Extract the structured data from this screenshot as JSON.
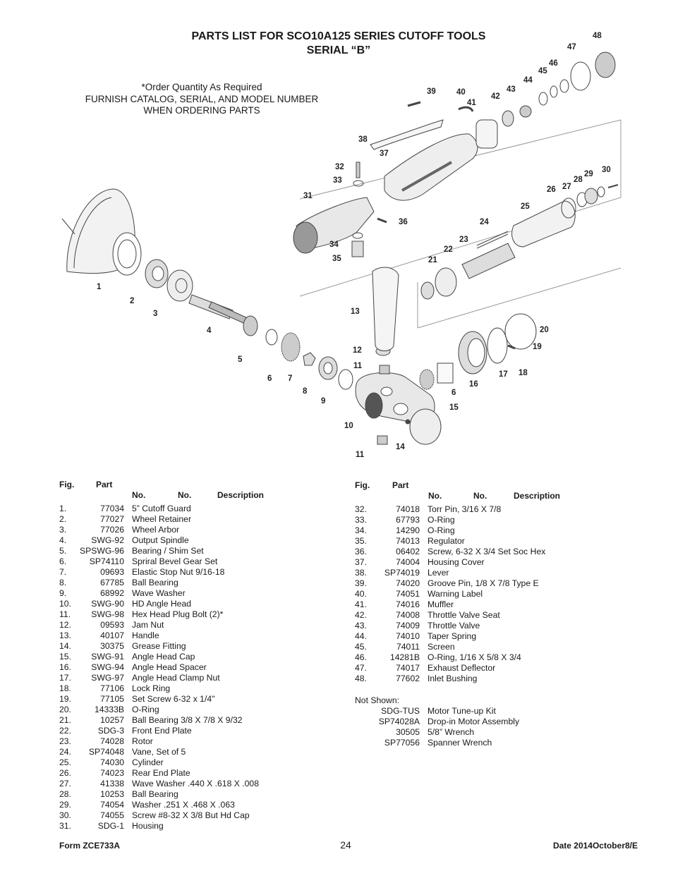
{
  "header": {
    "title_line1": "PARTS LIST FOR SCO10A125 SERIES CUTOFF TOOLS",
    "title_line2": "SERIAL “B”",
    "order_note": [
      "*Order Quantity As Required",
      "FURNISH CATALOG, SERIAL, AND MODEL NUMBER",
      "WHEN ORDERING PARTS"
    ]
  },
  "diagram": {
    "callouts": [
      "1",
      "2",
      "3",
      "4",
      "5",
      "6",
      "7",
      "8",
      "9",
      "10",
      "11",
      "12",
      "13",
      "14",
      "15",
      "16",
      "6",
      "17",
      "18",
      "19",
      "20",
      "21",
      "22",
      "23",
      "24",
      "25",
      "26",
      "27",
      "28",
      "29",
      "30",
      "31",
      "32",
      "33",
      "34",
      "35",
      "36",
      "37",
      "38",
      "39",
      "40",
      "41",
      "42",
      "43",
      "44",
      "45",
      "46",
      "47",
      "48",
      "11"
    ]
  },
  "table_headers": {
    "fig": "Fig.",
    "part": "Part",
    "no1": "No.",
    "no2": "No.",
    "desc": "Description"
  },
  "parts_left": [
    {
      "fig": "1.",
      "part": "77034",
      "desc": "5” Cutoff Guard"
    },
    {
      "fig": "2.",
      "part": "77027",
      "desc": "Wheel Retainer"
    },
    {
      "fig": "3.",
      "part": "77026",
      "desc": "Wheel Arbor"
    },
    {
      "fig": "4.",
      "part": "SWG-92",
      "desc": "Output Spindle"
    },
    {
      "fig": "5.",
      "part": "SPSWG-96",
      "desc": "Bearing / Shim Set"
    },
    {
      "fig": "6.",
      "part": "SP74110",
      "desc": "Spriral Bevel Gear Set"
    },
    {
      "fig": "7.",
      "part": "09693",
      "desc": "Elastic Stop Nut 9/16-18"
    },
    {
      "fig": "8.",
      "part": "67785",
      "desc": "Ball Bearing"
    },
    {
      "fig": "9.",
      "part": "68992",
      "desc": "Wave Washer"
    },
    {
      "fig": "10.",
      "part": "SWG-90",
      "desc": "HD Angle Head"
    },
    {
      "fig": "11.",
      "part": "SWG-98",
      "desc": "Hex Head Plug Bolt (2)*"
    },
    {
      "fig": "12.",
      "part": "09593",
      "desc": "Jam Nut"
    },
    {
      "fig": "13.",
      "part": "40107",
      "desc": "Handle"
    },
    {
      "fig": "14.",
      "part": "30375",
      "desc": "Grease Fitting"
    },
    {
      "fig": "15.",
      "part": "SWG-91",
      "desc": "Angle Head Cap"
    },
    {
      "fig": "16.",
      "part": "SWG-94",
      "desc": "Angle Head Spacer"
    },
    {
      "fig": "17.",
      "part": "SWG-97",
      "desc": "Angle Head Clamp Nut"
    },
    {
      "fig": "18.",
      "part": "77106",
      "desc": "Lock Ring"
    },
    {
      "fig": "19.",
      "part": "77105",
      "desc": "Set Screw 6-32 x 1/4\""
    },
    {
      "fig": "20.",
      "part": "14333B",
      "desc": "O-Ring"
    },
    {
      "fig": "21.",
      "part": "10257",
      "desc": "Ball Bearing 3/8 X 7/8 X 9/32"
    },
    {
      "fig": "22.",
      "part": "SDG-3",
      "desc": "Front End Plate"
    },
    {
      "fig": "23.",
      "part": "74028",
      "desc": "Rotor"
    },
    {
      "fig": "24.",
      "part": "SP74048",
      "desc": "Vane, Set of 5"
    },
    {
      "fig": "25.",
      "part": "74030",
      "desc": "Cylinder"
    },
    {
      "fig": "26.",
      "part": "74023",
      "desc": "Rear End Plate"
    },
    {
      "fig": "27.",
      "part": "41338",
      "desc": "Wave Washer .440 X .618 X .008"
    },
    {
      "fig": "28.",
      "part": "10253",
      "desc": "Ball Bearing"
    },
    {
      "fig": "29.",
      "part": "74054",
      "desc": "Washer .251 X .468 X .063"
    },
    {
      "fig": "30.",
      "part": "74055",
      "desc": "Screw #8-32 X 3/8 But Hd Cap"
    },
    {
      "fig": "31.",
      "part": "SDG-1",
      "desc": "Housing"
    }
  ],
  "parts_right": [
    {
      "fig": "32.",
      "part": "74018",
      "desc": "Torr Pin, 3/16 X 7/8"
    },
    {
      "fig": "33.",
      "part": "67793",
      "desc": "O-Ring"
    },
    {
      "fig": "34.",
      "part": "14290",
      "desc": "O-Ring"
    },
    {
      "fig": "35.",
      "part": "74013",
      "desc": "Regulator"
    },
    {
      "fig": "36.",
      "part": "06402",
      "desc": "Screw, 6-32 X 3/4 Set Soc Hex"
    },
    {
      "fig": "37.",
      "part": "74004",
      "desc": "Housing Cover"
    },
    {
      "fig": "38.",
      "part": "SP74019",
      "desc": "Lever"
    },
    {
      "fig": "39.",
      "part": "74020",
      "desc": "Groove Pin, 1/8 X 7/8 Type E"
    },
    {
      "fig": "40.",
      "part": "74051",
      "desc": "Warning Label"
    },
    {
      "fig": "41.",
      "part": "74016",
      "desc": "Muffler"
    },
    {
      "fig": "42.",
      "part": "74008",
      "desc": "Throttle Valve Seat"
    },
    {
      "fig": "43.",
      "part": "74009",
      "desc": "Throttle Valve"
    },
    {
      "fig": "44.",
      "part": "74010",
      "desc": "Taper Spring"
    },
    {
      "fig": "45.",
      "part": "74011",
      "desc": "Screen"
    },
    {
      "fig": "46.",
      "part": "14281B",
      "desc": "O-Ring, 1/16 X 5/8 X 3/4"
    },
    {
      "fig": "47.",
      "part": "74017",
      "desc": "Exhaust Deflector"
    },
    {
      "fig": "48.",
      "part": "77602",
      "desc": "Inlet Bushing"
    }
  ],
  "not_shown": {
    "label": "Not Shown:",
    "items": [
      {
        "part": "SDG-TUS",
        "desc": "Motor Tune-up Kit"
      },
      {
        "part": "SP74028A",
        "desc": "Drop-in Motor Assembly"
      },
      {
        "part": "30505",
        "desc": "5/8” Wrench"
      },
      {
        "part": "SP77056",
        "desc": "Spanner Wrench"
      }
    ]
  },
  "footer": {
    "form": "Form ZCE733A",
    "page": "24",
    "date": "Date 2014October8/E"
  }
}
